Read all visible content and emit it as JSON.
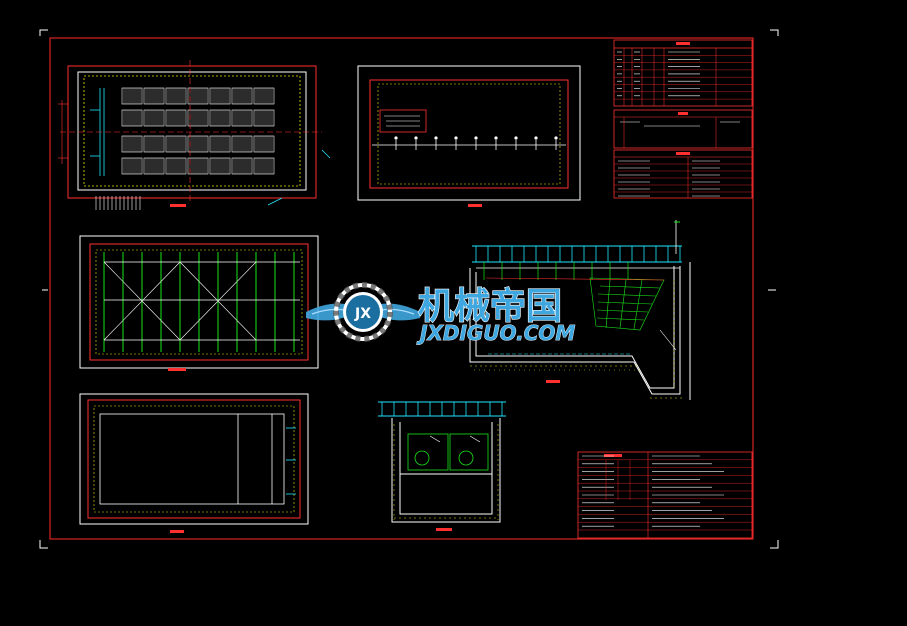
{
  "colors": {
    "background": "#000000",
    "frame": "#ffffff",
    "border": "#ff2a2a",
    "structure": "#ffffff",
    "rebar": "#19e619",
    "grating": "#1ee6ff",
    "dimension": "#ff3030",
    "hatch": "#e6e600",
    "watermark": "#3fa7e0",
    "watermark_dark": "#1a6ea0"
  },
  "watermark": {
    "brand_cn": "机械帝国",
    "brand_en": "JXDIGUO.COM",
    "logo_letters": "JX"
  },
  "icons": {
    "logo": "gear-wings-logo-icon"
  }
}
